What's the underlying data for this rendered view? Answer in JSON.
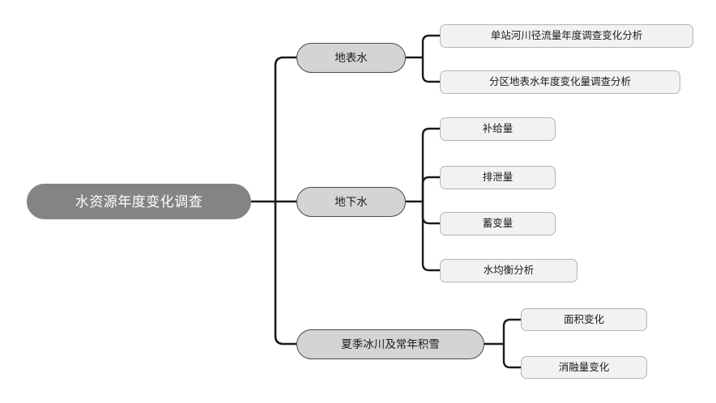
{
  "diagram": {
    "type": "mindmap",
    "orientation": "left-to-right",
    "colors": {
      "root_fill": "#848484",
      "root_text": "#ffffff",
      "branch_fill": "#d4d4d4",
      "branch_border": "#4a4a4a",
      "leaf_fill": "#f2f2f2",
      "leaf_border": "#b4b4b4",
      "connector": "#1a1a1a",
      "background": "#ffffff"
    },
    "root": {
      "label": "水资源年度变化调查"
    },
    "branches": [
      {
        "label": "地表水",
        "children": [
          {
            "label": "单站河川径流量年度调查变化分析"
          },
          {
            "label": "分区地表水年度变化量调查分析"
          }
        ]
      },
      {
        "label": "地下水",
        "children": [
          {
            "label": "补给量"
          },
          {
            "label": "排泄量"
          },
          {
            "label": "蓄变量"
          },
          {
            "label": "水均衡分析"
          }
        ]
      },
      {
        "label": "夏季冰川及常年积雪",
        "children": [
          {
            "label": "面积变化"
          },
          {
            "label": "消融量变化"
          }
        ]
      }
    ]
  }
}
